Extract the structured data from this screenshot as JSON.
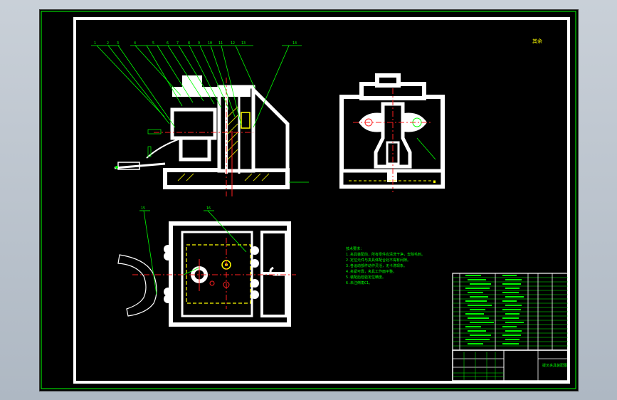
{
  "viewer": {
    "background": "#000000",
    "frame_color": "#00ff00",
    "border_color": "#ffffff"
  },
  "drawing": {
    "corner_mark": "其余",
    "part_labels": [
      "1",
      "2",
      "3",
      "4",
      "5",
      "6",
      "7",
      "8",
      "9",
      "10",
      "11",
      "12",
      "13",
      "14"
    ],
    "plan_labels": [
      "15",
      "16"
    ],
    "tech_notes": [
      "技术要求：",
      "1.夹具装配前，所有零件应清洗干净，去除毛刺。",
      "2.定位元件与夹具体配合处不得有间隙。",
      "3.各运动部件动作灵活，无卡滞现象。",
      "4.夹紧可靠，夹具工作面平整。",
      "5.装配后检验定位精度。",
      "6.未注倒角C1。"
    ],
    "title_block": {
      "title": "拨叉夹具装配图"
    }
  },
  "colors": {
    "outline": "#ffffff",
    "dim": "#00ff00",
    "center": "#ff2020",
    "hatch": "#ffff00",
    "hidden": "#ffff00"
  }
}
